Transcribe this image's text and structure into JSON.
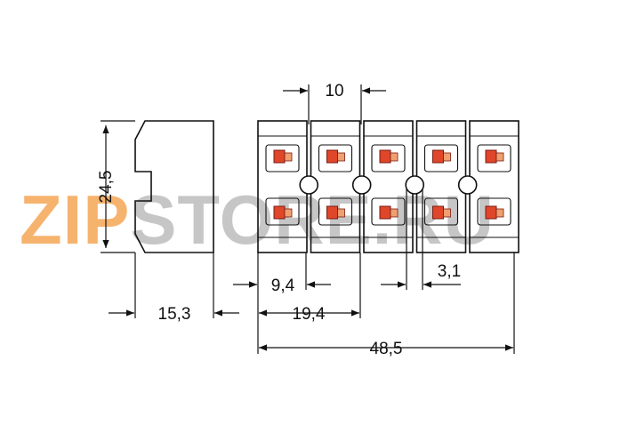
{
  "watermark": {
    "prefix": "ZIP",
    "suffix": "STORE.RU",
    "prefix_color": "#f5a14a",
    "suffix_color": "#b9b9b9"
  },
  "colors": {
    "line": "#111111",
    "button_fill": "#e0462a",
    "button_fill_light": "#f0a070",
    "button_outline": "#7a1a10"
  },
  "dimensions": {
    "pitch": "10",
    "height": "24,5",
    "depth": "15,3",
    "first_pole": "9,4",
    "two_poles": "19,4",
    "total_width": "48,5",
    "hole_gap": "3,1"
  },
  "poles": 5
}
